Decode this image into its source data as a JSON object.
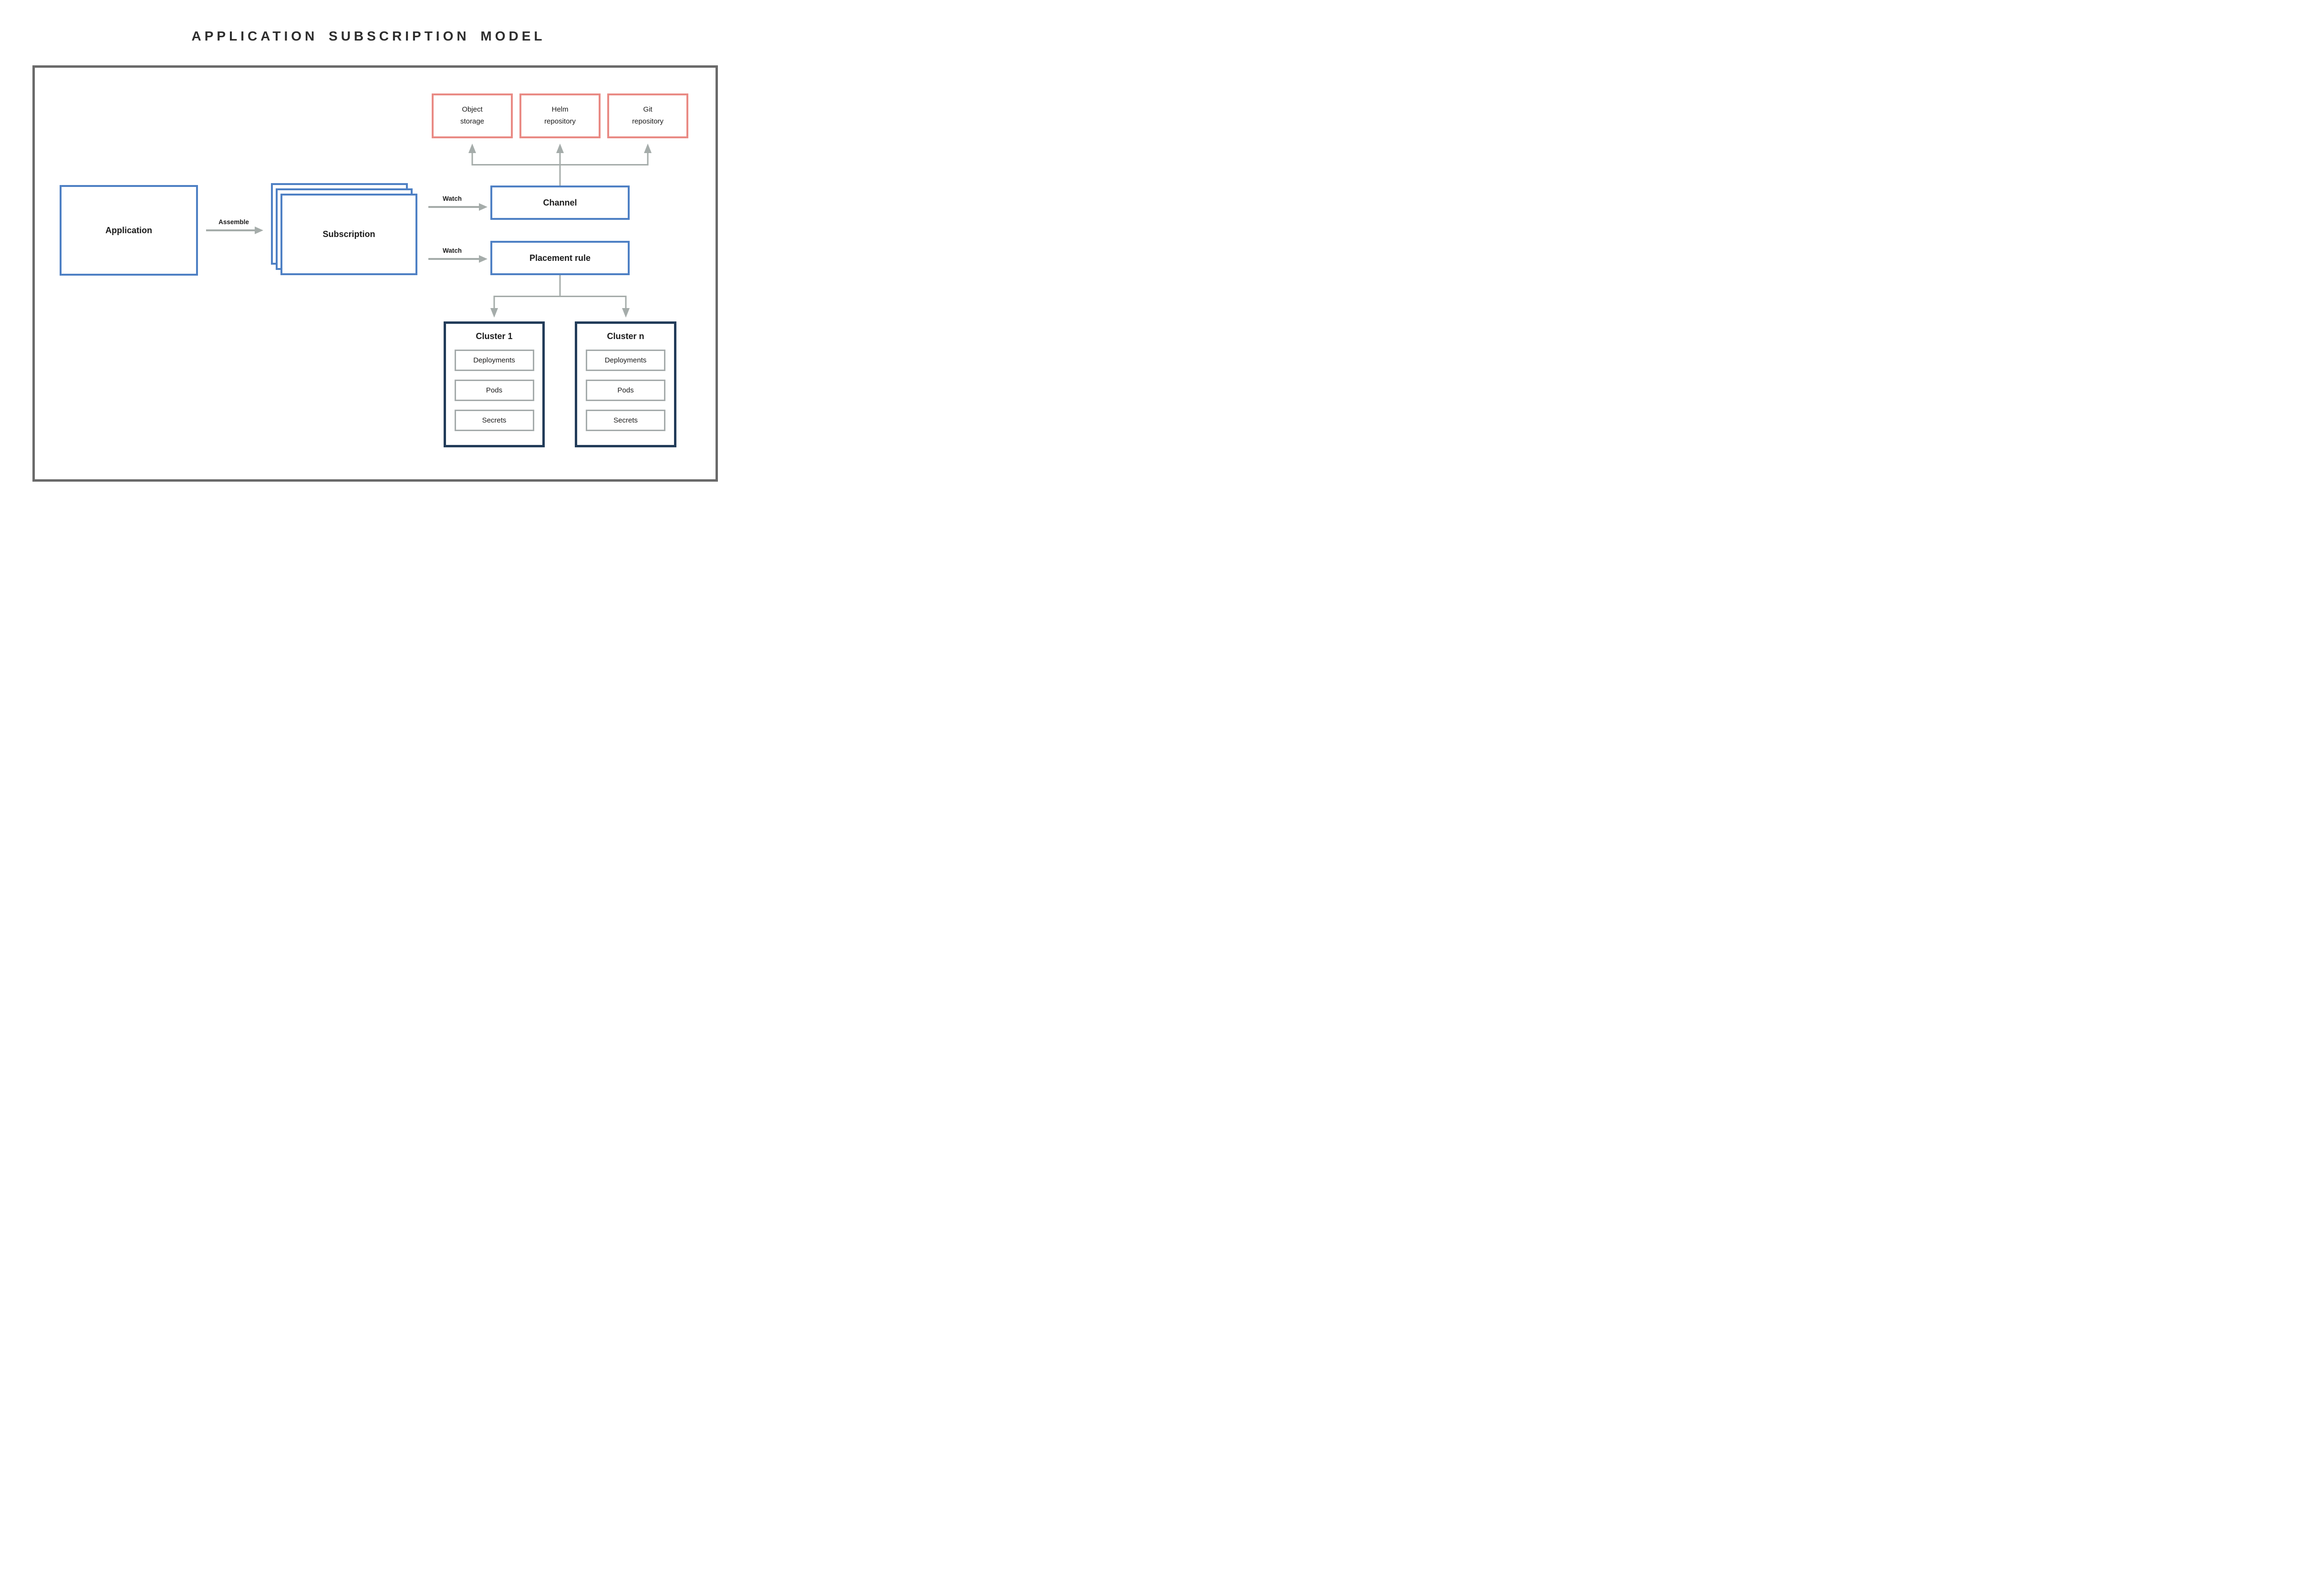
{
  "title": "APPLICATION SUBSCRIPTION MODEL",
  "colors": {
    "blue": "#4e80c4",
    "salmon": "#e98a84",
    "navy": "#223c59",
    "line": "#a5acaa",
    "gray_border": "#a5abab",
    "frame": "#6a6a6a",
    "title_text": "#2d2d2d"
  },
  "nodes": {
    "application": {
      "label": "Application"
    },
    "subscription": {
      "label": "Subscription"
    },
    "channel": {
      "label": "Channel"
    },
    "placement_rule": {
      "label": "Placement rule"
    },
    "repositories": [
      {
        "label": "Object storage",
        "lines": [
          "Object",
          "storage"
        ]
      },
      {
        "label": "Helm repository",
        "lines": [
          "Helm",
          "repository"
        ]
      },
      {
        "label": "Git repository",
        "lines": [
          "Git",
          "repository"
        ]
      }
    ],
    "clusters": [
      {
        "title": "Cluster 1",
        "items": [
          "Deployments",
          "Pods",
          "Secrets"
        ]
      },
      {
        "title": "Cluster n",
        "items": [
          "Deployments",
          "Pods",
          "Secrets"
        ]
      }
    ]
  },
  "edges": {
    "assemble": {
      "label": "Assemble"
    },
    "watch_channel": {
      "label": "Watch"
    },
    "watch_placement": {
      "label": "Watch"
    }
  }
}
